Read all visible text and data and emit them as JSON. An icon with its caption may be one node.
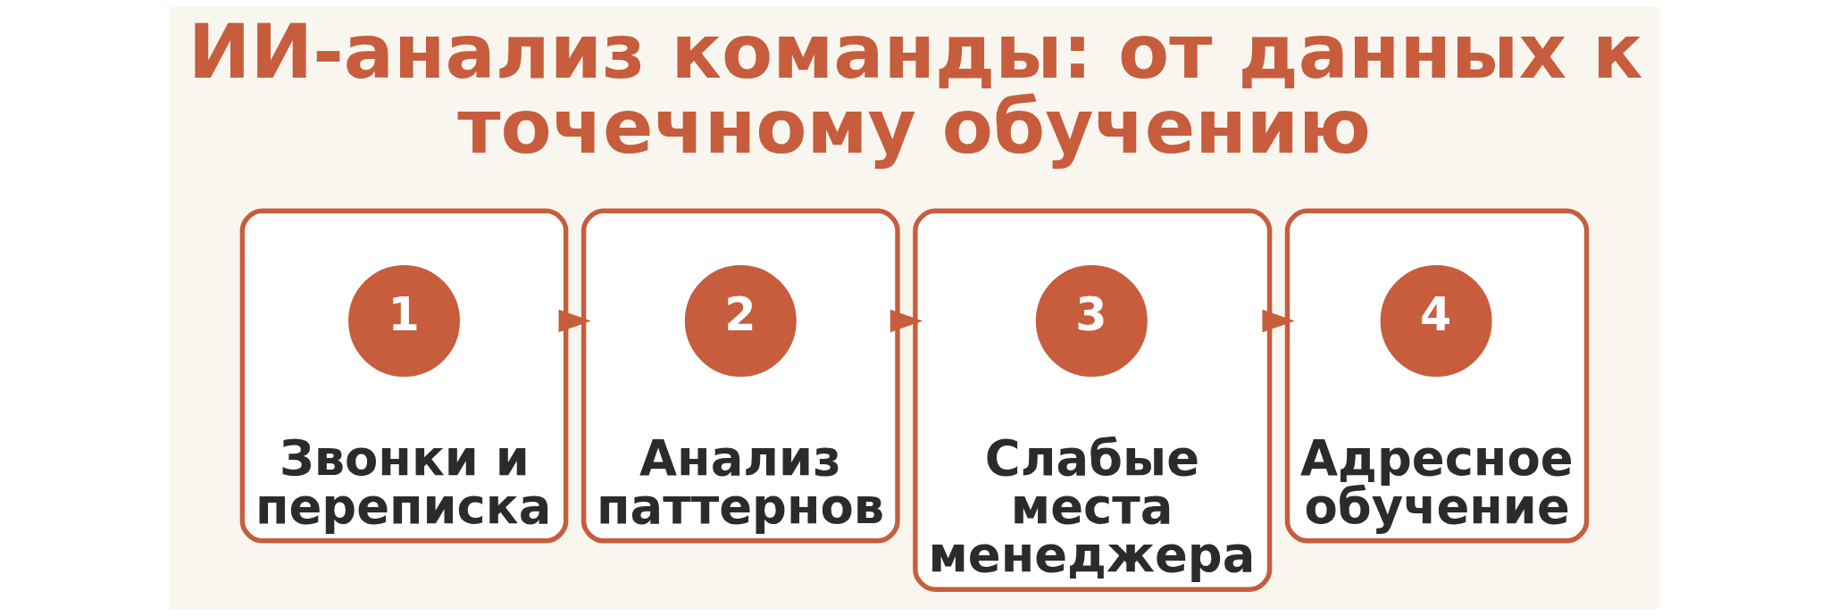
{
  "diagram": {
    "title": "ИИ-анализ команды: от данных к точечному обучению",
    "nodes": [
      {
        "text": [
          "Звонки и переписка"
        ]
      },
      {
        "text": [
          "1"
        ],
        "in": 0
      },
      {
        "text": [
          "Анализ паттернов"
        ]
      },
      {
        "text": [
          "2"
        ],
        "in": 2
      },
      {
        "text": [
          "Слабые места менеджера"
        ]
      },
      {
        "text": [
          "3"
        ],
        "in": 4
      },
      {
        "text": [
          "Адресное обучение"
        ]
      },
      {
        "text": [
          "4"
        ],
        "in": 6
      }
    ],
    "edges": [
      {
        "from": 0,
        "to": 2,
        "arrow": "to"
      },
      {
        "from": 2,
        "to": 4,
        "arrow": "to"
      },
      {
        "from": 4,
        "to": 6,
        "arrow": "to"
      }
    ]
  }
}
